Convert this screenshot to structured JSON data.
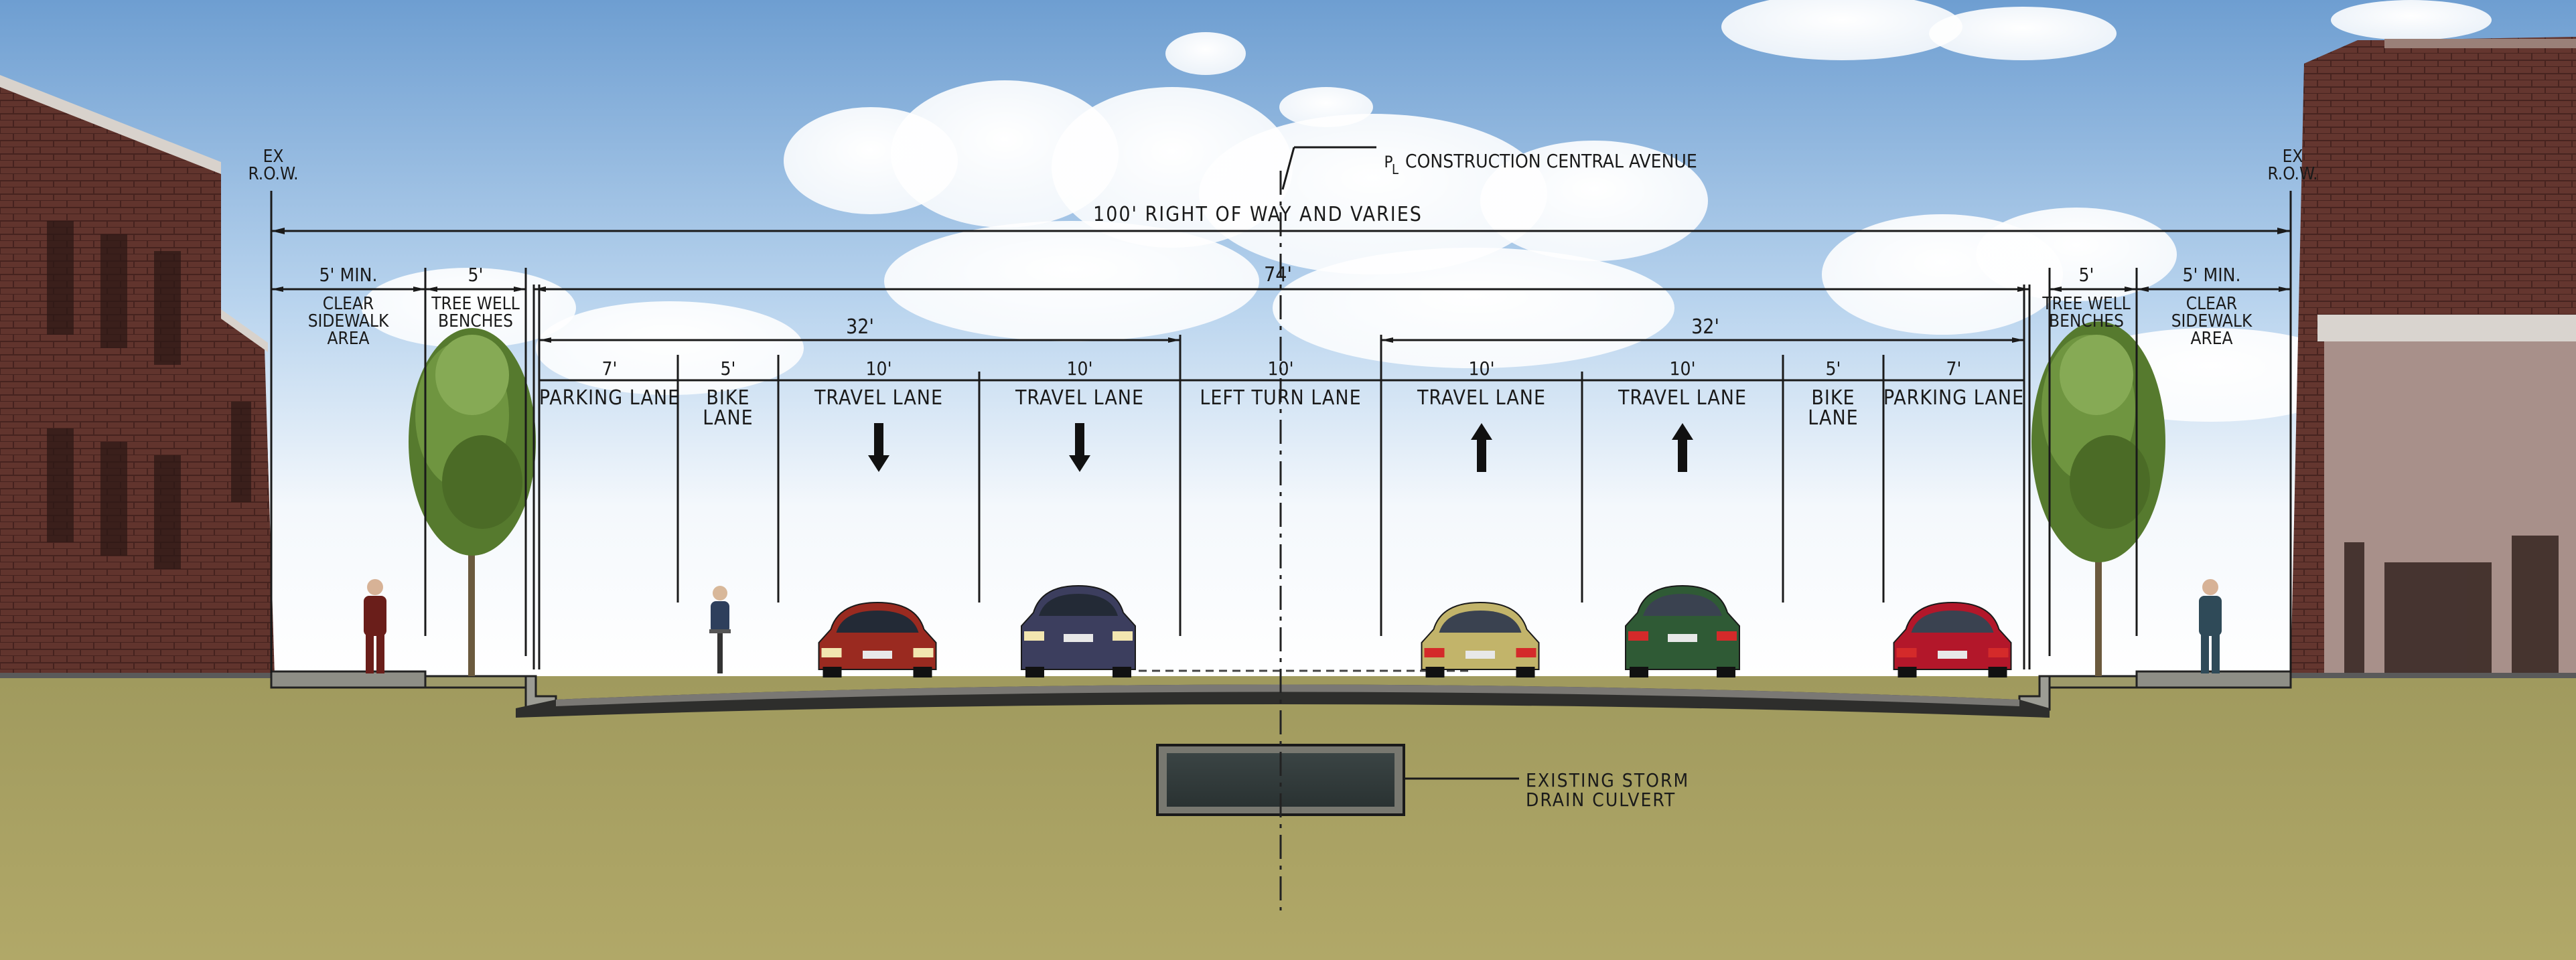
{
  "row_markers": {
    "left": [
      "EX",
      "R.O.W."
    ],
    "right": [
      "EX",
      "R.O.W."
    ]
  },
  "centerline_label": "CONSTRUCTION CENTRAL AVENUE",
  "centerline_symbol": [
    "P",
    "L"
  ],
  "dims": {
    "row_total": "100' RIGHT OF WAY AND VARIES",
    "curb_to_curb": "74'",
    "left_32": "32'",
    "right_32": "32'"
  },
  "left_sidewalk": {
    "clear_width": "5' MIN.",
    "clear_label": [
      "CLEAR",
      "SIDEWALK",
      "AREA"
    ],
    "tree_width": "5'",
    "tree_label": [
      "TREE WELL",
      "BENCHES"
    ]
  },
  "right_sidewalk": {
    "tree_width": "5'",
    "tree_label": [
      "TREE WELL",
      "BENCHES"
    ],
    "clear_width": "5' MIN.",
    "clear_label": [
      "CLEAR",
      "SIDEWALK",
      "AREA"
    ]
  },
  "lanes": [
    {
      "width": "7'",
      "label": [
        "PARKING LANE"
      ],
      "direction": ""
    },
    {
      "width": "5'",
      "label": [
        "BIKE",
        "LANE"
      ],
      "direction": ""
    },
    {
      "width": "10'",
      "label": [
        "TRAVEL LANE"
      ],
      "direction": "down"
    },
    {
      "width": "10'",
      "label": [
        "TRAVEL LANE"
      ],
      "direction": "down"
    },
    {
      "width": "10'",
      "label": [
        "LEFT TURN LANE"
      ],
      "direction": ""
    },
    {
      "width": "10'",
      "label": [
        "TRAVEL LANE"
      ],
      "direction": "up"
    },
    {
      "width": "10'",
      "label": [
        "TRAVEL LANE"
      ],
      "direction": "up"
    },
    {
      "width": "5'",
      "label": [
        "BIKE",
        "LANE"
      ],
      "direction": ""
    },
    {
      "width": "7'",
      "label": [
        "PARKING LANE"
      ],
      "direction": ""
    }
  ],
  "culvert_label": [
    "EXISTING STORM",
    "DRAIN CULVERT"
  ],
  "colors": {
    "sky_top": "#6f9fd2",
    "sky_bottom": "#ffffff",
    "soil": "#a39a5c",
    "soil_dark": "#8a8043",
    "brick": "#6a3a33",
    "asphalt": "#6a6864",
    "line": "#1a1a1a"
  },
  "vehicles": [
    {
      "kind": "car",
      "color": "#9a2a20",
      "facing": "front"
    },
    {
      "kind": "suv",
      "color": "#3c3e5e",
      "facing": "front"
    },
    {
      "kind": "car",
      "color": "#c2b46a",
      "facing": "rear"
    },
    {
      "kind": "suv",
      "color": "#2f5a35",
      "facing": "rear"
    },
    {
      "kind": "car",
      "color": "#b3172a",
      "facing": "rear"
    }
  ],
  "figures": [
    {
      "kind": "pedestrian",
      "color": "#6a1e1a"
    },
    {
      "kind": "cyclist",
      "color": "#2e3f5c"
    },
    {
      "kind": "pedestrian",
      "color": "#2f4a58"
    }
  ]
}
